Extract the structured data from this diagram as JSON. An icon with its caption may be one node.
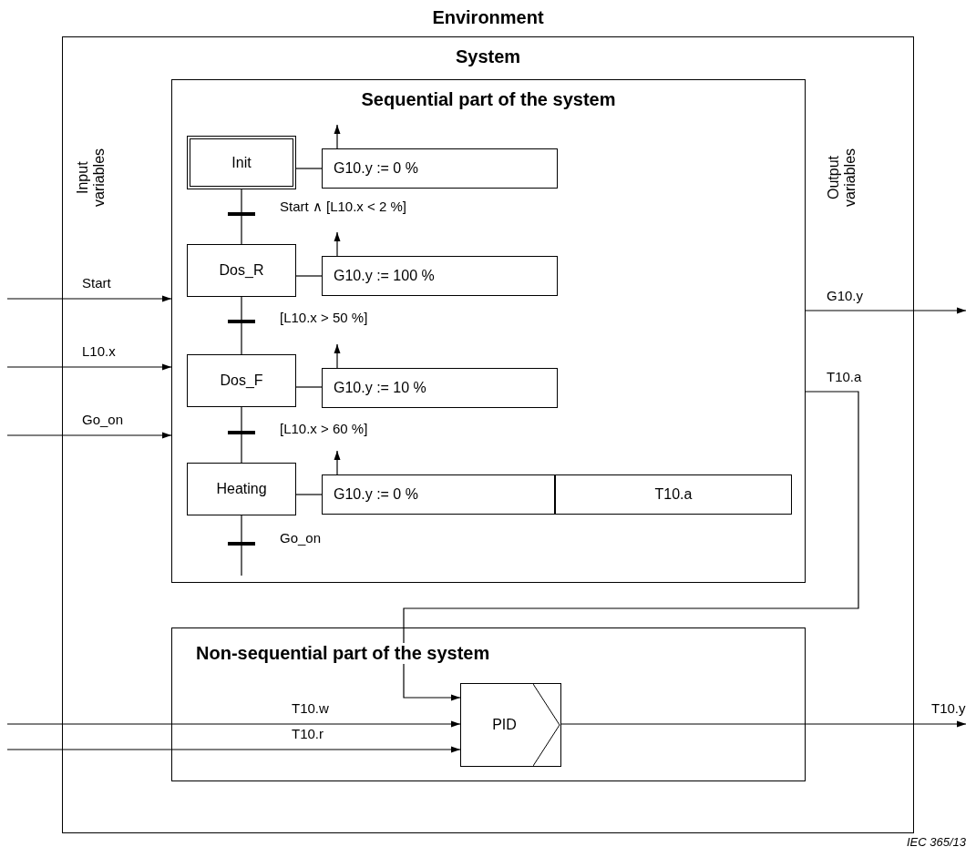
{
  "diagram": {
    "title": "Environment",
    "nodes": [
      {
        "text": [
          "System"
        ]
      },
      {
        "text": [
          "Sequential part of the system"
        ],
        "in": 0
      },
      {
        "text": [
          "Init"
        ],
        "in": 1
      },
      {
        "text": [
          "G10.y := 0 %"
        ],
        "in": 1
      },
      {
        "text": [
          "Dos_R"
        ],
        "in": 1
      },
      {
        "text": [
          "G10.y := 100 %"
        ],
        "in": 1
      },
      {
        "text": [
          "Dos_F"
        ],
        "in": 1
      },
      {
        "text": [
          "G10.y := 10 %"
        ],
        "in": 1
      },
      {
        "text": [
          "Heating"
        ],
        "in": 1
      },
      {
        "text": [
          "G10.y := 0 %"
        ],
        "in": 1
      },
      {
        "text": [
          "T10.a"
        ],
        "in": 1
      },
      {
        "text": [
          "Non-sequential part of the system"
        ],
        "in": 0
      },
      {
        "text": [
          "PID"
        ],
        "in": 11
      }
    ],
    "edges": [
      {
        "from": 2,
        "to": 3,
        "arrow": "none"
      },
      {
        "from": 3,
        "to": null,
        "arrow": "to"
      },
      {
        "from": 2,
        "to": 4,
        "arrow": "none",
        "label": "Start ∧ [L10.x < 2 %]"
      },
      {
        "from": 4,
        "to": 5,
        "arrow": "none"
      },
      {
        "from": 5,
        "to": null,
        "arrow": "to"
      },
      {
        "from": 4,
        "to": 6,
        "arrow": "none",
        "label": "[L10.x > 50 %]"
      },
      {
        "from": 6,
        "to": 7,
        "arrow": "none"
      },
      {
        "from": 7,
        "to": null,
        "arrow": "to"
      },
      {
        "from": 6,
        "to": 8,
        "arrow": "none",
        "label": "[L10.x > 60 %]"
      },
      {
        "from": 8,
        "to": 9,
        "arrow": "none"
      },
      {
        "from": 9,
        "to": null,
        "arrow": "to"
      },
      {
        "from": 8,
        "to": null,
        "arrow": "none",
        "label": "Go_on"
      },
      {
        "from": null,
        "to": 1,
        "arrow": "to",
        "label": "Start"
      },
      {
        "from": null,
        "to": 1,
        "arrow": "to",
        "label": "L10.x"
      },
      {
        "from": null,
        "to": 1,
        "arrow": "to",
        "label": "Go_on"
      },
      {
        "from": 1,
        "to": null,
        "arrow": "to",
        "label": "G10.y"
      },
      {
        "from": 1,
        "to": 12,
        "arrow": "to",
        "label": "T10.a"
      },
      {
        "from": null,
        "to": 12,
        "arrow": "to",
        "label": "T10.w"
      },
      {
        "from": null,
        "to": 12,
        "arrow": "to",
        "label": "T10.r"
      },
      {
        "from": 12,
        "to": null,
        "arrow": "to",
        "label": "T10.y"
      }
    ],
    "labels": [
      "Input variables",
      "Output variables",
      "IEC 365/13"
    ]
  }
}
